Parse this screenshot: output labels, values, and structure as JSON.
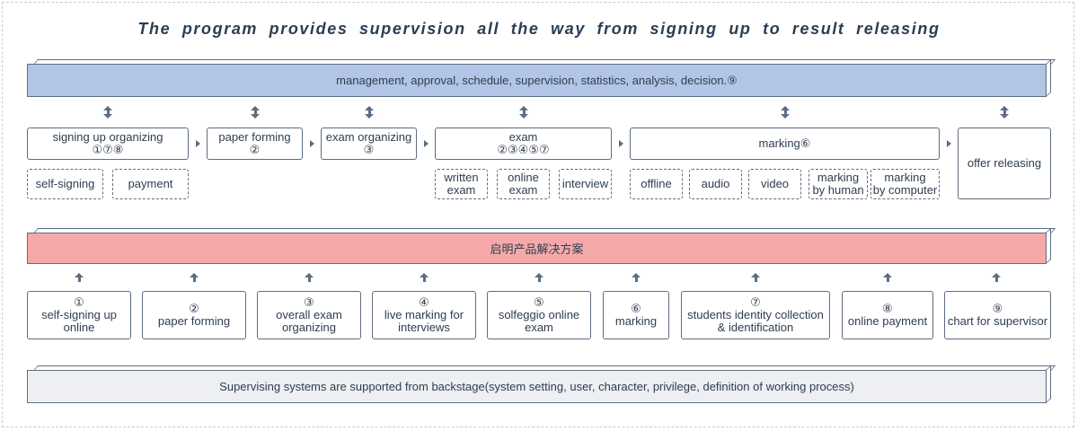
{
  "title": "The program provides supervision all the way from signing up to result releasing",
  "colors": {
    "management_bar": "#b2c5e6",
    "solution_bar": "#f5aaa9",
    "backstage_bar": "#edeff3",
    "stroke": "#5d6d80"
  },
  "management_bar": "management, approval, schedule, supervision, statistics, analysis, decision.⑨",
  "stages": [
    {
      "label": "signing up organizing",
      "refs": "①⑦⑧"
    },
    {
      "label": "paper forming",
      "refs": "②"
    },
    {
      "label": "exam organizing",
      "refs": "③"
    },
    {
      "label": "exam",
      "refs": "②③④⑤⑦"
    },
    {
      "label": "marking⑥",
      "refs": ""
    },
    {
      "label": "offer releasing",
      "refs": ""
    }
  ],
  "sub_items": {
    "signing_up": [
      "self-signing",
      "payment"
    ],
    "exam": [
      [
        "written",
        "exam"
      ],
      [
        "online",
        "exam"
      ],
      [
        "interview"
      ]
    ],
    "marking": [
      [
        "offline"
      ],
      [
        "audio"
      ],
      [
        "video"
      ],
      [
        "marking",
        "by human"
      ],
      [
        "marking",
        "by computer"
      ]
    ]
  },
  "solution_bar": "启明产品解决方案",
  "products": [
    {
      "num": "①",
      "lines": [
        "self-signing up",
        "online"
      ]
    },
    {
      "num": "②",
      "lines": [
        "paper forming"
      ]
    },
    {
      "num": "③",
      "lines": [
        "overall exam",
        "organizing"
      ]
    },
    {
      "num": "④",
      "lines": [
        "live marking for",
        "interviews"
      ]
    },
    {
      "num": "⑤",
      "lines": [
        "solfeggio online",
        "exam"
      ]
    },
    {
      "num": "⑥",
      "lines": [
        "marking"
      ]
    },
    {
      "num": "⑦",
      "lines": [
        "students identity collection",
        "& identification"
      ]
    },
    {
      "num": "⑧",
      "lines": [
        "online payment"
      ]
    },
    {
      "num": "⑨",
      "lines": [
        "chart for supervisor"
      ]
    }
  ],
  "backstage_bar": "Supervising systems are supported from backstage(system setting, user, character, privilege, definition of working process)"
}
